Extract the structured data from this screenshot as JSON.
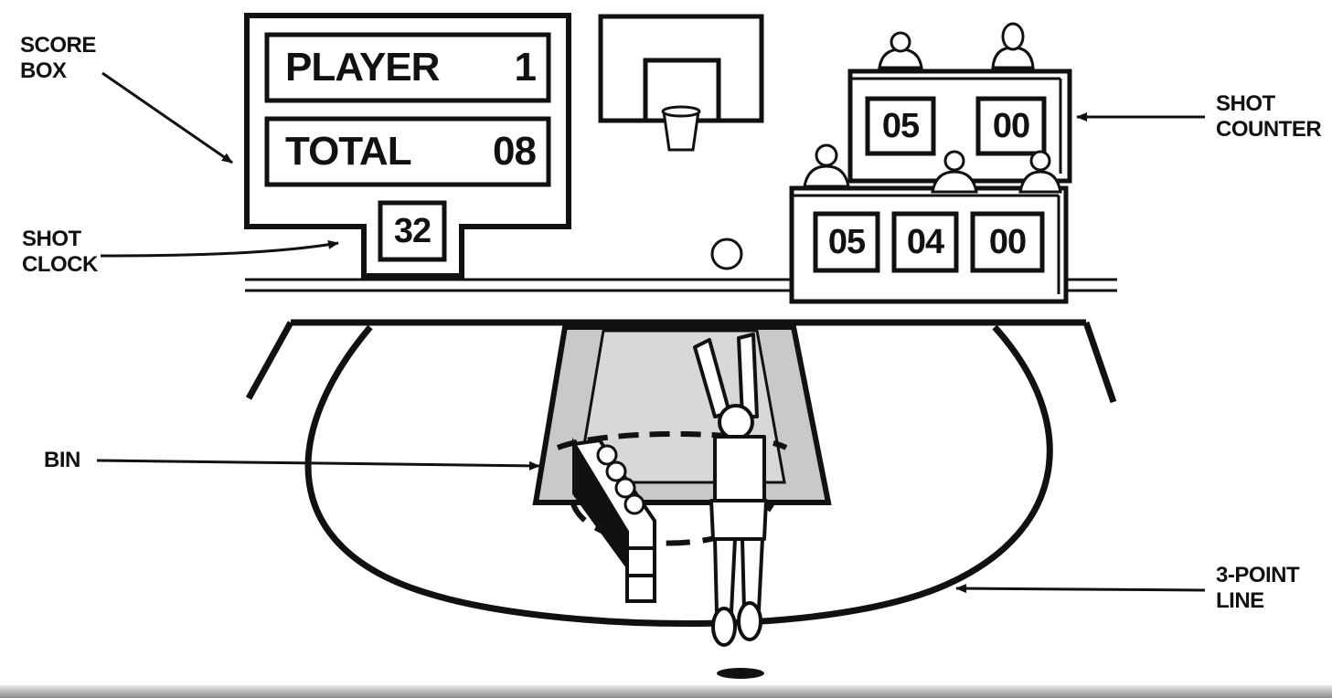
{
  "callouts": {
    "score_box": [
      "SCORE",
      "BOX"
    ],
    "shot_clock": [
      "SHOT",
      "CLOCK"
    ],
    "bin": [
      "BIN"
    ],
    "shot_counter": [
      "SHOT",
      "COUNTER"
    ],
    "three_point_line": [
      "3-POINT",
      "LINE"
    ]
  },
  "score_box": {
    "player_label": "PLAYER",
    "player_value": "1",
    "total_label": "TOTAL",
    "total_value": "08",
    "shot_clock_value": "32"
  },
  "shot_counter": {
    "upper": [
      "05",
      "00"
    ],
    "lower": [
      "05",
      "04",
      "00"
    ]
  }
}
